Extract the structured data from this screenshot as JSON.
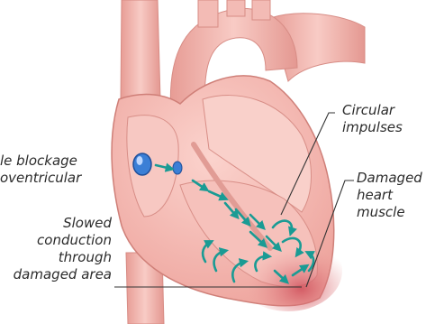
{
  "labels": {
    "partial_blockage": [
      "le blockage",
      "oventricular"
    ],
    "circular_impulses": [
      "Circular",
      "impulses"
    ],
    "damaged_muscle": [
      "Damaged",
      "heart",
      "muscle"
    ],
    "slowed_conduction": [
      "Slowed",
      "conduction",
      "through",
      "damaged area"
    ]
  },
  "colors": {
    "heart_fill": "#f2b4ae",
    "heart_dark": "#d9857e",
    "heart_light": "#fbd9d4",
    "damaged_area": "#d9656c",
    "arrows": "#1a9b94",
    "node": "#3b7fd6",
    "leader_line": "#333333"
  }
}
